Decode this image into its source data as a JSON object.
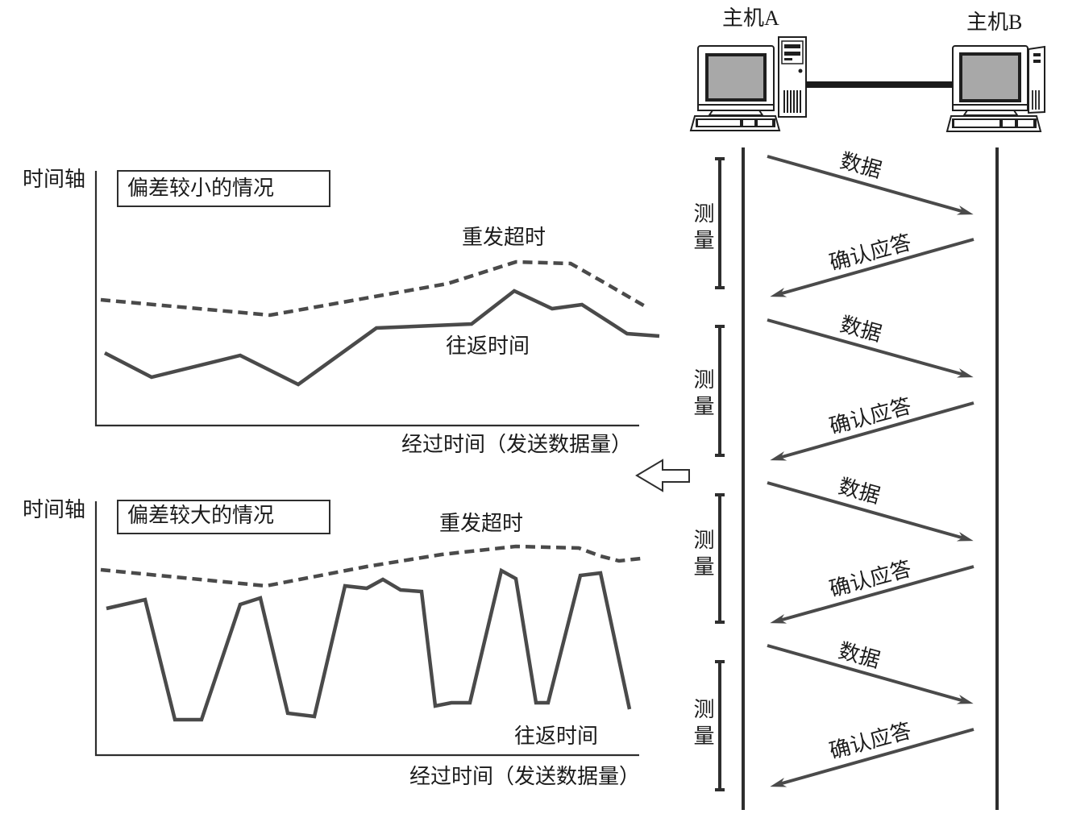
{
  "hosts": {
    "a_label": "主机A",
    "b_label": "主机B"
  },
  "exchanges": [
    {
      "measure_label": "测量",
      "data_label": "数据",
      "ack_label": "确认应答"
    },
    {
      "measure_label": "测量",
      "data_label": "数据",
      "ack_label": "确认应答"
    },
    {
      "measure_label": "测量",
      "data_label": "数据",
      "ack_label": "确认应答"
    },
    {
      "measure_label": "测量",
      "data_label": "数据",
      "ack_label": "确认应答"
    }
  ],
  "charts": [
    {
      "axis_label": "时间轴",
      "case_title": "偏差较小的情况",
      "timeout_label": "重发超时",
      "rtt_label": "往返时间",
      "x_label": "经过时间（发送数据量）"
    },
    {
      "axis_label": "时间轴",
      "case_title": "偏差较大的情况",
      "timeout_label": "重发超时",
      "rtt_label": "往返时间",
      "x_label": "经过时间（发送数据量）"
    }
  ],
  "icons": {
    "host_a": "desktop-computer-icon",
    "host_b": "desktop-computer-icon",
    "flow_arrow": "hollow-left-arrow-icon"
  },
  "colors": {
    "text": "#1a1a1a",
    "lines": "#4a4a4a",
    "axes": "#2e2e2e",
    "screen": "#a8a8a8"
  }
}
